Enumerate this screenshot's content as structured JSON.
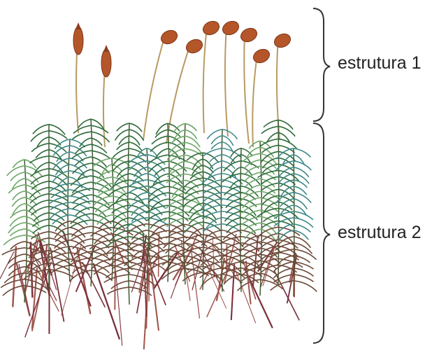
{
  "labels": {
    "structure_1": "estrutura 1",
    "structure_2": "estrutura 2"
  },
  "colors": {
    "leaf_dark": "#2f6b3a",
    "leaf_light": "#6fa86a",
    "leaf_blue": "#3f8a8a",
    "stalk": "#b89a63",
    "capsule": "#b5562a",
    "rhizoid": "#7a2f3a",
    "bracket": "#333333"
  },
  "icons": {
    "illustration": "moss-plant-illustration",
    "bracket": "curly-brace"
  }
}
